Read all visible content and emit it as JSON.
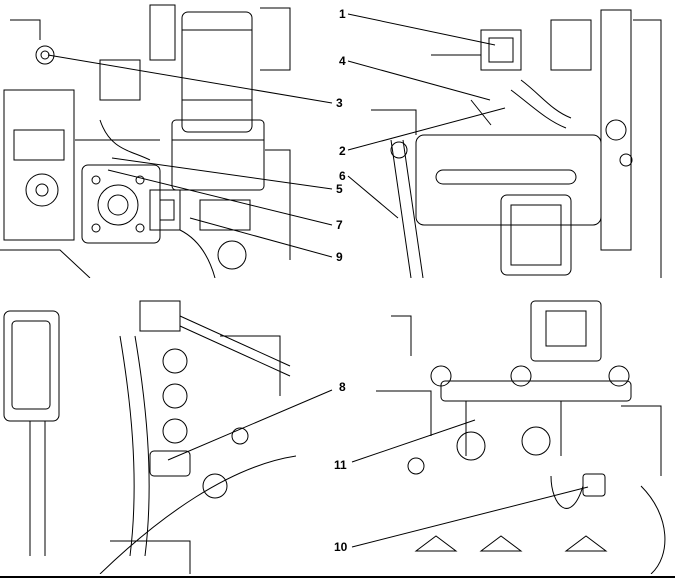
{
  "figure": {
    "callouts": [
      {
        "id": "1",
        "label": "1"
      },
      {
        "id": "2",
        "label": "2"
      },
      {
        "id": "3",
        "label": "3"
      },
      {
        "id": "4",
        "label": "4"
      },
      {
        "id": "5",
        "label": "5"
      },
      {
        "id": "6",
        "label": "6"
      },
      {
        "id": "7",
        "label": "7"
      },
      {
        "id": "8",
        "label": "8"
      },
      {
        "id": "9",
        "label": "9"
      },
      {
        "id": "10",
        "label": "10"
      },
      {
        "id": "11",
        "label": "11"
      }
    ],
    "line_color": "#000000",
    "background": "#ffffff"
  }
}
